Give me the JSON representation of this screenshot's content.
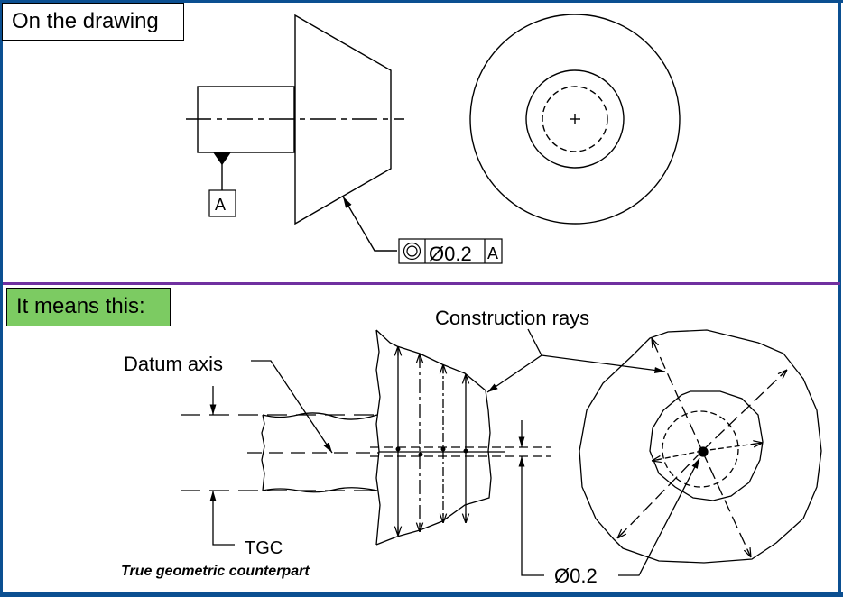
{
  "panels": {
    "top": {
      "label": "On the drawing",
      "datum_letter": "A",
      "feature_control_frame": {
        "symbol": "concentricity-icon",
        "tolerance": "Ø0.2",
        "datum": "A"
      }
    },
    "bottom": {
      "label": "It means this:",
      "annotations": {
        "construction_rays": "Construction rays",
        "datum_axis": "Datum axis",
        "tgc": "TGC",
        "tgc_full": "True geometric counterpart",
        "tolerance_zone": "Ø0.2"
      }
    }
  },
  "colors": {
    "frame_border": "#0b4f91",
    "divider": "#7030a0",
    "means_label_bg": "#7ccb62"
  }
}
